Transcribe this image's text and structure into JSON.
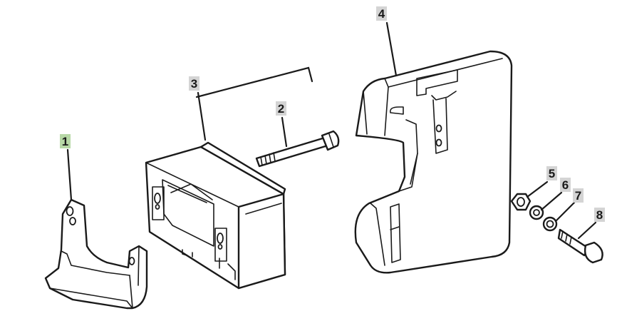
{
  "colors": {
    "line": "#1a1a1a",
    "callout_default_bg": "#d4d4d4",
    "callout_highlight_bg": "#b7d8a6"
  },
  "callouts": [
    {
      "id": "1",
      "label": "1",
      "highlighted": true
    },
    {
      "id": "2",
      "label": "2",
      "highlighted": false
    },
    {
      "id": "3",
      "label": "3",
      "highlighted": false
    },
    {
      "id": "4",
      "label": "4",
      "highlighted": false
    },
    {
      "id": "5",
      "label": "5",
      "highlighted": false
    },
    {
      "id": "6",
      "label": "6",
      "highlighted": false
    },
    {
      "id": "7",
      "label": "7",
      "highlighted": false
    },
    {
      "id": "8",
      "label": "8",
      "highlighted": false
    }
  ]
}
